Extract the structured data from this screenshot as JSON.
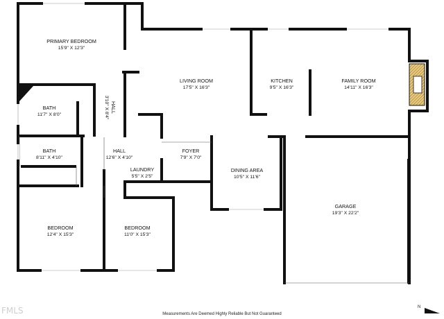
{
  "rooms": {
    "primary_bedroom": {
      "name": "PRIMARY BEDROOM",
      "dims": "15'9\" X 12'3\""
    },
    "living_room": {
      "name": "LIVING ROOM",
      "dims": "17'5\" X 16'3\""
    },
    "kitchen": {
      "name": "KITCHEN",
      "dims": "9'5\" X 16'3\""
    },
    "family_room": {
      "name": "FAMILY ROOM",
      "dims": "14'11\" X 16'3\""
    },
    "bath_1": {
      "name": "BATH",
      "dims": "11'7\" X 8'0\""
    },
    "hall_vertical": {
      "name": "HALL",
      "dims": "3'10\" X 8'4\""
    },
    "bath_2": {
      "name": "BATH",
      "dims": "8'11\" X 4'10\""
    },
    "hall": {
      "name": "HALL",
      "dims": "12'6\" X 4'10\""
    },
    "foyer": {
      "name": "FOYER",
      "dims": "7'9\" X 7'0\""
    },
    "laundry": {
      "name": "LAUNDRY",
      "dims": "5'5\" X 2'5\""
    },
    "dining_area": {
      "name": "DINING AREA",
      "dims": "10'5\" X 11'6\""
    },
    "garage": {
      "name": "GARAGE",
      "dims": "19'3\" X 22'2\""
    },
    "bedroom_1": {
      "name": "BEDROOM",
      "dims": "12'4\" X 15'3\""
    },
    "bedroom_2": {
      "name": "BEDROOM",
      "dims": "11'0\" X 15'3\""
    }
  },
  "footer": {
    "disclaimer": "Measurements Are Deemed Highly Reliable But Not Guaranteed",
    "watermark": "FMLS",
    "north_label": "N"
  },
  "colors": {
    "wall": "#111111",
    "fireplace_hatch": "#e8c87a",
    "window": "#ffffff"
  }
}
